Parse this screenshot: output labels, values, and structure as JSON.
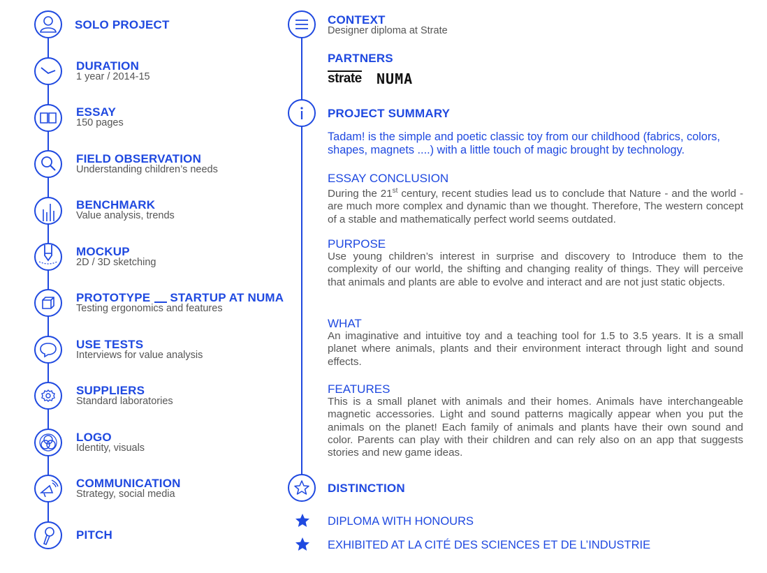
{
  "left_steps": [
    {
      "title": "SOLO PROJECT",
      "subtitle": ""
    },
    {
      "title": "DURATION",
      "subtitle": "1 year / 2014-15"
    },
    {
      "title": "ESSAY",
      "subtitle": "150 pages"
    },
    {
      "title": "FIELD OBSERVATION",
      "subtitle": "Understanding children’s needs"
    },
    {
      "title": "BENCHMARK",
      "subtitle": "Value analysis, trends"
    },
    {
      "title": "MOCKUP",
      "subtitle": "2D / 3D sketching"
    },
    {
      "title": "PROTOTYPE",
      "title_extra": "STARTUP AT NUMA",
      "subtitle": "Testing ergonomics and features"
    },
    {
      "title": "USE TESTS",
      "subtitle": "Interviews for value analysis"
    },
    {
      "title": "SUPPLIERS",
      "subtitle": "Standard laboratories"
    },
    {
      "title": "LOGO",
      "subtitle": "Identity, visuals"
    },
    {
      "title": "COMMUNICATION",
      "subtitle": "Strategy, social media"
    },
    {
      "title": "PITCH",
      "subtitle": ""
    }
  ],
  "right": {
    "context": {
      "title": "CONTEXT",
      "subtitle": "Designer diploma at Strate"
    },
    "partners": {
      "title": "PARTNERS",
      "logo_strate": "strate",
      "logo_numa": "NUMA"
    },
    "summary": {
      "title": "PROJECT SUMMARY",
      "lead": "Tadam!  is the simple and poetic classic toy from our childhood (fabrics, colors, shapes, magnets ....) with a little touch of magic brought by technology."
    },
    "essay_conclusion": {
      "heading": "ESSAY CONCLUSION",
      "text_before": "During the 21",
      "sup": "st",
      "text_after": " century, recent studies lead us to conclude that Nature - and the world - are much more complex and dynamic than we thought. Therefore, The western concept of a stable and mathematically perfect world seems outdated."
    },
    "purpose": {
      "heading": "PURPOSE",
      "text": "Use young children’s interest in surprise and discovery to Introduce them to the complexity of our world, the shifting and changing reality of things. They will perceive that animals and plants are able to evolve and interact and are not just static objects."
    },
    "what": {
      "heading": "WHAT",
      "text": "An imaginative and intuitive toy and a teaching tool for 1.5 to 3.5 years. It is a small planet where animals, plants and their environment interact through light and sound effects."
    },
    "features": {
      "heading": "FEATURES",
      "text": "This is a small planet with animals and their homes. Animals have interchangeable magnetic accessories. Light and sound patterns magically appear when you put the animals on the planet! Each family of animals and plants have their own sound and color. Parents can play with their children and can rely also on an app that suggests stories and new game ideas."
    },
    "distinction": {
      "title": "DISTINCTION",
      "items": [
        "DIPLOMA WITH HONOURS",
        "EXHIBITED AT LA CITÉ DES SCIENCES ET DE L’INDUSTRIE"
      ]
    }
  },
  "colors": {
    "accent": "#1f49e0",
    "body_text": "#555555"
  }
}
